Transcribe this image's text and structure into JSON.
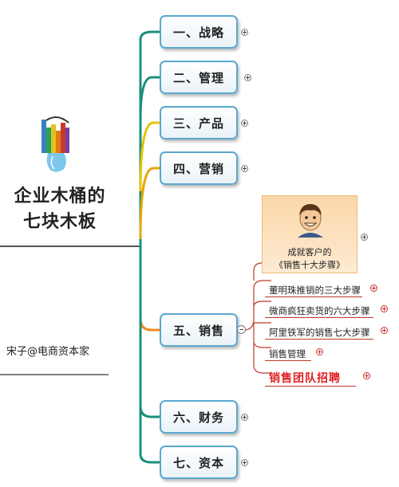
{
  "root": {
    "title_line1": "企业木桶的",
    "title_line2": "七块木板",
    "author": "宋子@电商资本家"
  },
  "branches": [
    {
      "label": "一、战略",
      "color": "#1b8f7a"
    },
    {
      "label": "二、管理",
      "color": "#1b8f7a"
    },
    {
      "label": "三、产品",
      "color": "#e8c400"
    },
    {
      "label": "四、营销",
      "color": "#e8a700"
    },
    {
      "label": "五、销售",
      "color": "#f08a1c"
    },
    {
      "label": "六、财务",
      "color": "#1b8f7a"
    },
    {
      "label": "七、资本",
      "color": "#1b8f7a"
    }
  ],
  "sales_book": {
    "line1": "成就客户的",
    "line2": "《销售十大步骤》"
  },
  "sales_children": [
    {
      "label": "董明珠推销的三大步骤"
    },
    {
      "label": "微商疯狂卖货的六大步骤"
    },
    {
      "label": "阿里铁军的销售七大步骤"
    },
    {
      "label": "销售管理"
    },
    {
      "label": "销售团队招聘",
      "highlight_color": "#e02020"
    }
  ]
}
